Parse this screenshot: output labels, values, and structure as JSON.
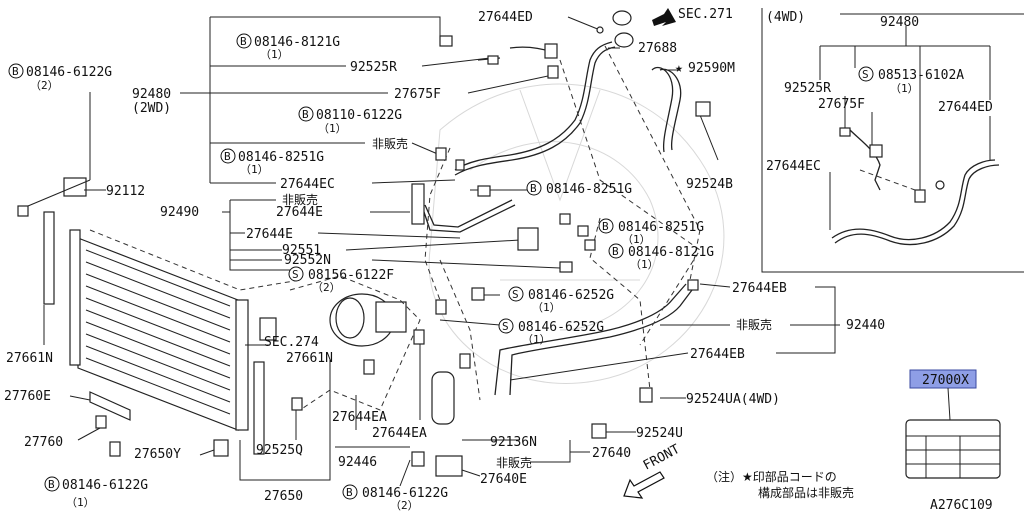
{
  "labels": {
    "sec271": "SEC.271",
    "p27644ED": "27644ED",
    "b08146_8121G_a": "08146-8121G",
    "q1_a": "（1）",
    "p27688": "27688",
    "p92590M": "92590M",
    "b08146_6122G_left": "08146-6122G",
    "q2_left": "（2）",
    "p92525R": "92525R",
    "p92480": "92480",
    "p2wd": "(2WD)",
    "p27675F": "27675F",
    "b08110_6122G": "08110-6122G",
    "q1_b": "（1）",
    "hihanbai1": "非販売",
    "b08146_8251G_a": "08146-8251G",
    "q1_c": "（1）",
    "p92524B": "92524B",
    "p27644EC": "27644EC",
    "p92112": "92112",
    "b08146_8251G_b": "08146-8251G",
    "hihanbai2": "非販売",
    "p92490": "92490",
    "p27644E_a": "27644E",
    "b08146_8251G_c": "08146-8251G",
    "q1_d": "（1）",
    "p27644E_b": "27644E",
    "p92551": "92551",
    "b08146_8121G_b": "08146-8121G",
    "q1_e": "（1）",
    "p92552N": "92552N",
    "s08156_6122F": "08156-6122F",
    "q2_b": "（2）",
    "p27644EB_top": "27644EB",
    "s08146_6252G_a": "08146-6252G",
    "q1_f": "（1）",
    "hihanbai3": "非販売",
    "p92440": "92440",
    "s08146_6252G_b": "08146-6252G",
    "q1_g": "（1）",
    "sec274": "SEC.274",
    "p27661N_a": "27661N",
    "p27661N_b": "27661N",
    "p27644EB_mid": "27644EB",
    "p27760E": "27760E",
    "p27644EA_a": "27644EA",
    "p92524UA": "92524UA(4WD)",
    "p27760": "27760",
    "p27644EA_b": "27644EA",
    "p92136N": "92136N",
    "p92524U": "92524U",
    "p27650Y": "27650Y",
    "p92525Q": "92525Q",
    "p92446": "92446",
    "hihanbai4": "非販売",
    "p27640": "27640",
    "front": "FRONT",
    "b08146_6122G_bl": "08146-6122G",
    "q1_h": "（1）",
    "p27650": "27650",
    "b08146_6122G_bc": "08146-6122G",
    "q2_c": "（2）",
    "p27640E": "27640E",
    "note1": "（注）★印部品コードの",
    "note2": "構成部品は非販売",
    "p27000X": "27000X",
    "figcode": "A276C109"
  },
  "inset": {
    "title": "(4WD)",
    "p92480": "92480",
    "p92525R": "92525R",
    "s08513_6102A": "08513-6102A",
    "q1": "（1）",
    "p27675F": "27675F",
    "p27644ED": "27644ED",
    "p27644EC": "27644EC"
  },
  "symbols": {
    "bolt_b": "B",
    "screw_s": "S",
    "star": "★"
  },
  "colors": {
    "highlight": "#8e9ee6",
    "line": "#222222"
  }
}
